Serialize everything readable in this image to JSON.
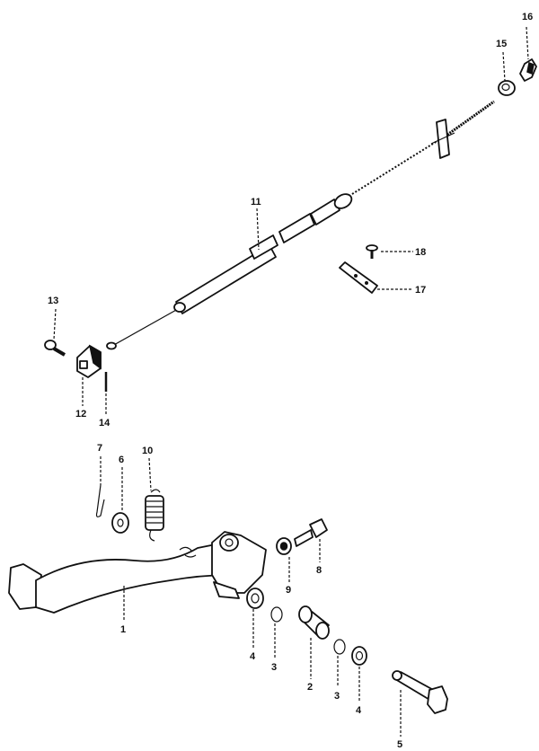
{
  "callouts": [
    {
      "id": "1",
      "label": "1"
    },
    {
      "id": "2",
      "label": "2"
    },
    {
      "id": "3a",
      "label": "3"
    },
    {
      "id": "3b",
      "label": "3"
    },
    {
      "id": "4a",
      "label": "4"
    },
    {
      "id": "4b",
      "label": "4"
    },
    {
      "id": "5",
      "label": "5"
    },
    {
      "id": "6",
      "label": "6"
    },
    {
      "id": "7",
      "label": "7"
    },
    {
      "id": "8",
      "label": "8"
    },
    {
      "id": "9",
      "label": "9"
    },
    {
      "id": "10",
      "label": "10"
    },
    {
      "id": "11",
      "label": "11"
    },
    {
      "id": "12",
      "label": "12"
    },
    {
      "id": "13",
      "label": "13"
    },
    {
      "id": "14",
      "label": "14"
    },
    {
      "id": "15",
      "label": "15"
    },
    {
      "id": "16",
      "label": "16"
    },
    {
      "id": "17",
      "label": "17"
    },
    {
      "id": "18",
      "label": "18"
    }
  ]
}
